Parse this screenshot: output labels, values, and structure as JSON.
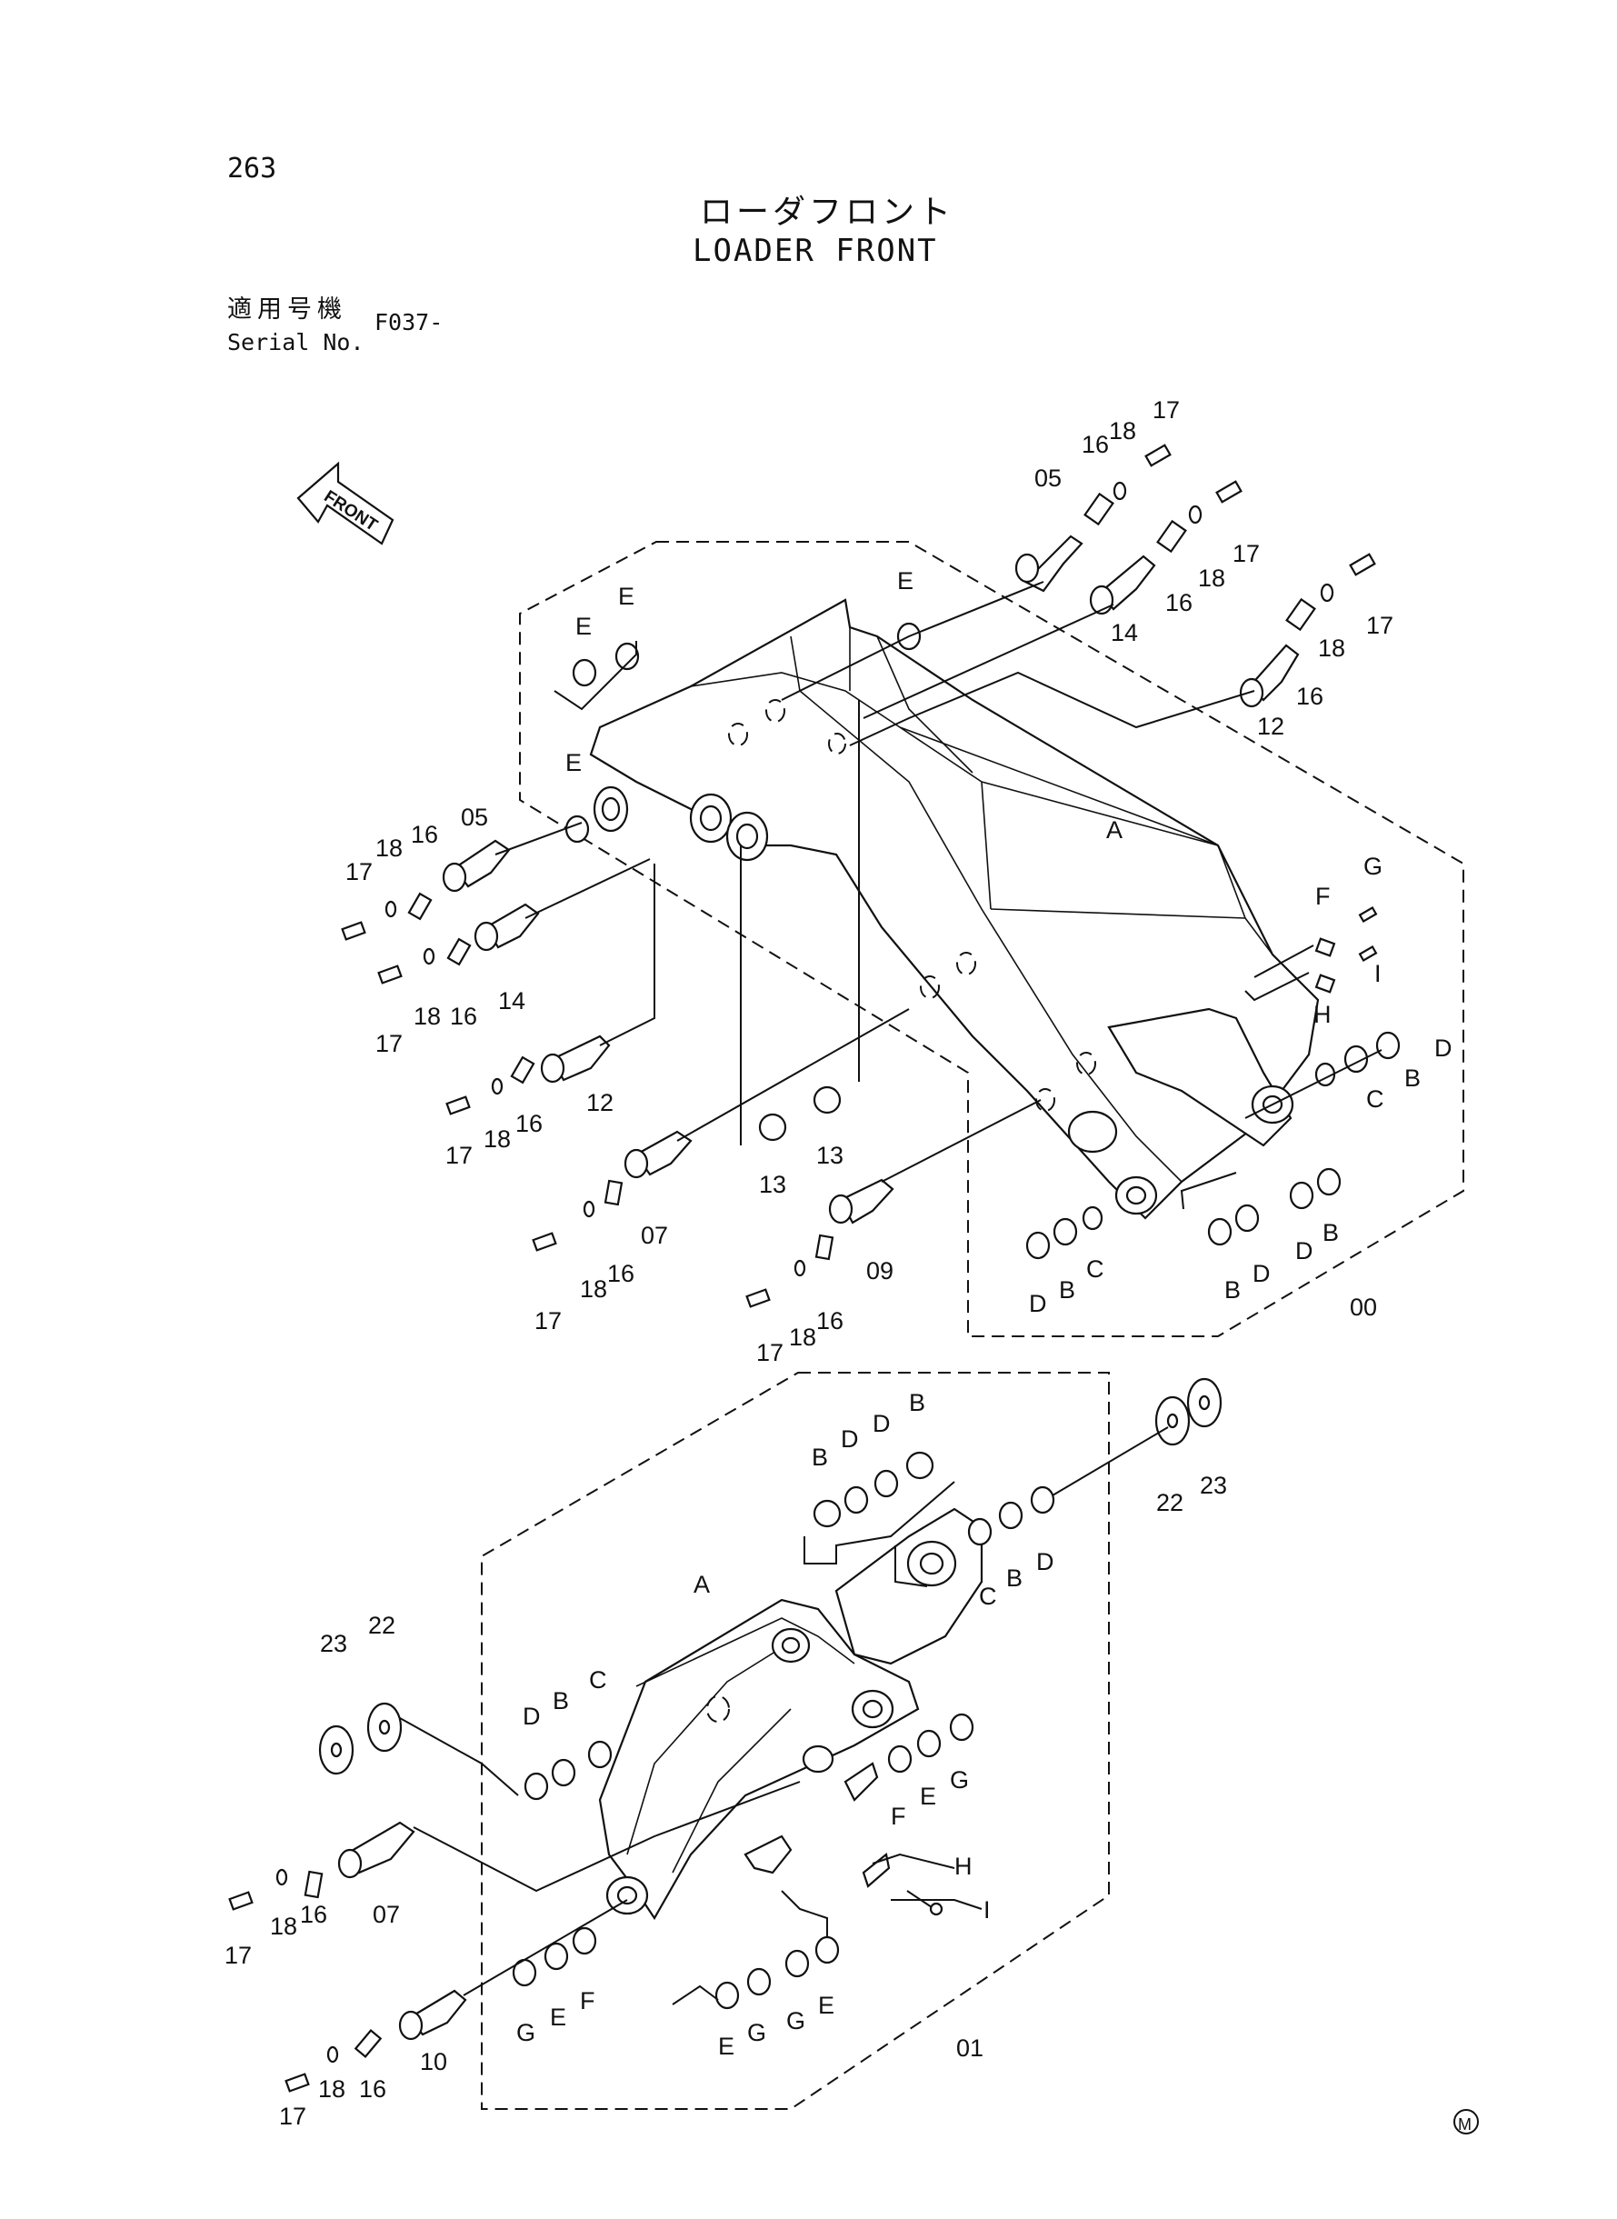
{
  "header": {
    "page_number": "263",
    "title_jp": "ローダフロント",
    "title_en": "LOADER FRONT",
    "serial_label_jp": "適用号機",
    "serial_label_en": "Serial No.",
    "serial_value": "F037-"
  },
  "front_arrow_label": "FRONT",
  "mark": "M",
  "callouts": {
    "upper": {
      "c1": "17",
      "c2": "16",
      "c3": "18",
      "c4": "05",
      "c5": "17",
      "c6": "16",
      "c7": "18",
      "c8": "14",
      "c9": "17",
      "c10": "18",
      "c11": "16",
      "c12": "12",
      "c13": "E",
      "c14": "E",
      "c15": "E",
      "c16": "E",
      "c17": "A",
      "c18": "F",
      "c19": "G",
      "c20": "I",
      "c21": "H",
      "c22": "D",
      "c23": "B",
      "c24": "C",
      "c25": "17",
      "c26": "18",
      "c27": "16",
      "c28": "05",
      "c29": "14",
      "c30": "18",
      "c31": "16",
      "c32": "17",
      "c33": "12",
      "c34": "18",
      "c35": "16",
      "c36": "17",
      "c37": "13",
      "c38": "13",
      "c39": "07",
      "c40": "18",
      "c41": "16",
      "c42": "17",
      "c43": "09",
      "c44": "18",
      "c45": "16",
      "c46": "17",
      "c47": "D",
      "c48": "B",
      "c49": "C",
      "c50": "B",
      "c51": "D",
      "c52": "D",
      "c53": "B",
      "c54": "00"
    },
    "lower": {
      "c1": "B",
      "c2": "D",
      "c3": "D",
      "c4": "B",
      "c5": "22",
      "c6": "23",
      "c7": "C",
      "c8": "B",
      "c9": "D",
      "c10": "A",
      "c11": "23",
      "c12": "22",
      "c13": "D",
      "c14": "B",
      "c15": "C",
      "c16": "G",
      "c17": "E",
      "c18": "F",
      "c19": "H",
      "c20": "I",
      "c21": "07",
      "c22": "18",
      "c23": "16",
      "c24": "17",
      "c25": "G",
      "c26": "E",
      "c27": "F",
      "c28": "E",
      "c29": "G",
      "c30": "G",
      "c31": "E",
      "c32": "10",
      "c33": "17",
      "c34": "18",
      "c35": "16",
      "c36": "01"
    }
  }
}
